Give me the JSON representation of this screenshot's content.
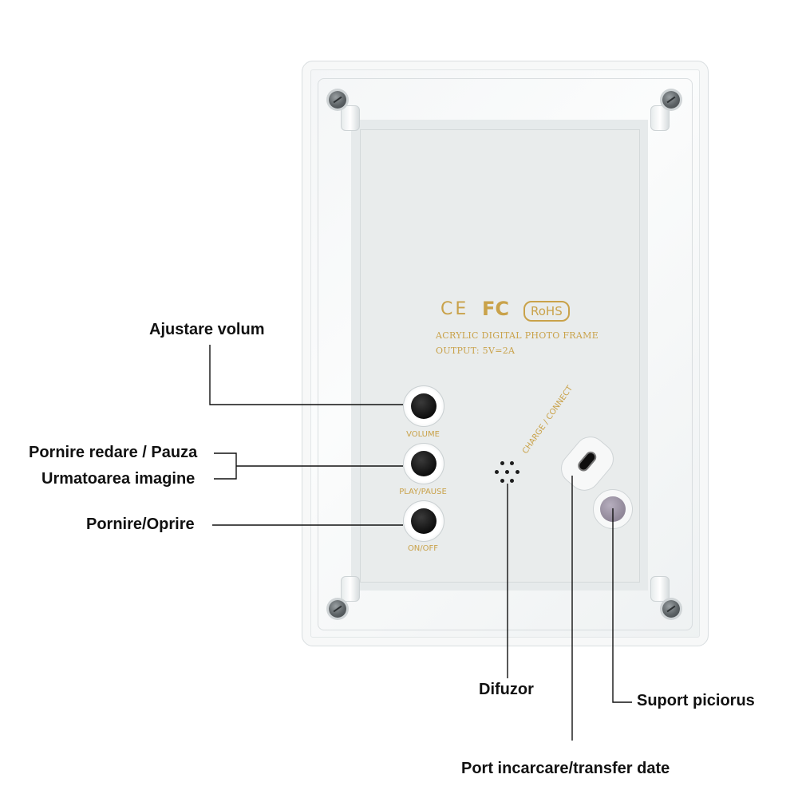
{
  "certifications": {
    "ce": "CE",
    "fc": "FC",
    "rohs": "RoHS"
  },
  "product_text": {
    "name": "ACRYLIC DIGITAL PHOTO FRAME",
    "output": "OUTPUT: 5V=2A"
  },
  "buttons": [
    {
      "label": "VOLUME"
    },
    {
      "label": "PLAY/PAUSE"
    },
    {
      "label": "ON/OFF"
    }
  ],
  "port_label": "CHARGE / CONNECT",
  "callouts": {
    "volume": "Ajustare volum",
    "play_pause": "Pornire redare / Pauza",
    "next_image": "Urmatoarea imagine",
    "power": "Pornire/Oprire",
    "speaker": "Difuzor",
    "stand": "Suport piciorus",
    "port": "Port incarcare/transfer date"
  },
  "colors": {
    "accent_gold": "#c9a24a",
    "line": "#111111",
    "background": "#ffffff"
  }
}
